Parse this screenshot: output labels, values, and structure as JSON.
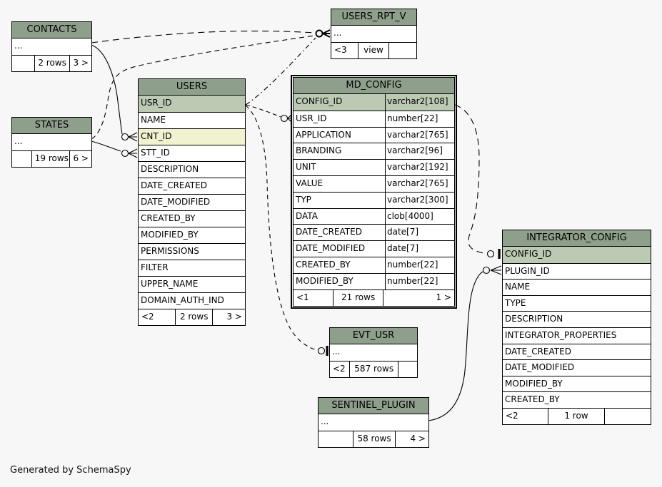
{
  "page": {
    "generated_by": "Generated by SchemaSpy"
  },
  "colors": {
    "background": "#f7f7f7",
    "table_header": "#8e9f8b",
    "primary_key_row": "#bccab4",
    "indexed_column_row": "#f0f2d0",
    "row_bg": "#ffffff",
    "border": "#000000"
  },
  "tables": {
    "contacts": {
      "title": "CONTACTS",
      "has_types": false,
      "rows": [
        {
          "name": "...",
          "hl": ""
        }
      ],
      "footer": [
        "",
        "2 rows",
        "3 >"
      ]
    },
    "users_rpt_v": {
      "title": "USERS_RPT_V",
      "has_types": false,
      "rows": [
        {
          "name": "...",
          "hl": ""
        }
      ],
      "footer": [
        "<3",
        "view",
        ""
      ]
    },
    "states": {
      "title": "STATES",
      "has_types": false,
      "rows": [
        {
          "name": "...",
          "hl": ""
        }
      ],
      "footer": [
        "",
        "19 rows",
        "6 >"
      ]
    },
    "users": {
      "title": "USERS",
      "has_types": false,
      "rows": [
        {
          "name": "USR_ID",
          "hl": "pk"
        },
        {
          "name": "NAME",
          "hl": ""
        },
        {
          "name": "CNT_ID",
          "hl": "fk"
        },
        {
          "name": "STT_ID",
          "hl": ""
        },
        {
          "name": "DESCRIPTION",
          "hl": ""
        },
        {
          "name": "DATE_CREATED",
          "hl": ""
        },
        {
          "name": "DATE_MODIFIED",
          "hl": ""
        },
        {
          "name": "CREATED_BY",
          "hl": ""
        },
        {
          "name": "MODIFIED_BY",
          "hl": ""
        },
        {
          "name": "PERMISSIONS",
          "hl": ""
        },
        {
          "name": "FILTER",
          "hl": ""
        },
        {
          "name": "UPPER_NAME",
          "hl": ""
        },
        {
          "name": "DOMAIN_AUTH_IND",
          "hl": ""
        }
      ],
      "footer": [
        "<2",
        "2 rows",
        "3 >"
      ]
    },
    "md_config": {
      "title": "MD_CONFIG",
      "has_types": true,
      "rows": [
        {
          "name": "CONFIG_ID",
          "type": "varchar2[108]",
          "hl": "pk"
        },
        {
          "name": "USR_ID",
          "type": "number[22]",
          "hl": ""
        },
        {
          "name": "APPLICATION",
          "type": "varchar2[765]",
          "hl": ""
        },
        {
          "name": "BRANDING",
          "type": "varchar2[96]",
          "hl": ""
        },
        {
          "name": "UNIT",
          "type": "varchar2[192]",
          "hl": ""
        },
        {
          "name": "VALUE",
          "type": "varchar2[765]",
          "hl": ""
        },
        {
          "name": "TYP",
          "type": "varchar2[300]",
          "hl": ""
        },
        {
          "name": "DATA",
          "type": "clob[4000]",
          "hl": ""
        },
        {
          "name": "DATE_CREATED",
          "type": "date[7]",
          "hl": ""
        },
        {
          "name": "DATE_MODIFIED",
          "type": "date[7]",
          "hl": ""
        },
        {
          "name": "CREATED_BY",
          "type": "number[22]",
          "hl": ""
        },
        {
          "name": "MODIFIED_BY",
          "type": "number[22]",
          "hl": ""
        }
      ],
      "footer": [
        "<1",
        "21 rows",
        "1 >"
      ]
    },
    "evt_usr": {
      "title": "EVT_USR",
      "has_types": false,
      "rows": [
        {
          "name": "...",
          "hl": ""
        }
      ],
      "footer": [
        "<2",
        "587 rows",
        ""
      ]
    },
    "sentinel_plugin": {
      "title": "SENTINEL_PLUGIN",
      "has_types": false,
      "rows": [
        {
          "name": "...",
          "hl": ""
        }
      ],
      "footer": [
        "",
        "58 rows",
        "4 >"
      ]
    },
    "integrator_config": {
      "title": "INTEGRATOR_CONFIG",
      "has_types": false,
      "rows": [
        {
          "name": "CONFIG_ID",
          "hl": "pk"
        },
        {
          "name": "PLUGIN_ID",
          "hl": ""
        },
        {
          "name": "NAME",
          "hl": ""
        },
        {
          "name": "TYPE",
          "hl": ""
        },
        {
          "name": "DESCRIPTION",
          "hl": ""
        },
        {
          "name": "INTEGRATOR_PROPERTIES",
          "hl": ""
        },
        {
          "name": "DATE_CREATED",
          "hl": ""
        },
        {
          "name": "DATE_MODIFIED",
          "hl": ""
        },
        {
          "name": "MODIFIED_BY",
          "hl": ""
        },
        {
          "name": "CREATED_BY",
          "hl": ""
        }
      ],
      "footer": [
        "<2",
        "1 row",
        ""
      ]
    }
  },
  "relationships": [
    {
      "from": "CONTACTS",
      "to": "USERS.CNT_ID",
      "line": "solid"
    },
    {
      "from": "STATES",
      "to": "USERS.STT_ID",
      "line": "solid"
    },
    {
      "from": "SENTINEL_PLUGIN",
      "to": "INTEGRATOR_CONFIG.PLUGIN_ID",
      "line": "solid"
    },
    {
      "from": "CONTACTS",
      "to": "USERS_RPT_V",
      "line": "dashed"
    },
    {
      "from": "STATES",
      "to": "USERS_RPT_V",
      "line": "dashed"
    },
    {
      "from": "USERS.USR_ID",
      "to": "USERS_RPT_V",
      "line": "dash-dot"
    },
    {
      "from": "USERS.USR_ID",
      "to": "MD_CONFIG.USR_ID",
      "line": "dashed"
    },
    {
      "from": "USERS.USR_ID",
      "to": "EVT_USR",
      "line": "dashed"
    },
    {
      "from": "MD_CONFIG.CONFIG_ID",
      "to": "INTEGRATOR_CONFIG.CONFIG_ID",
      "line": "dashed"
    }
  ]
}
